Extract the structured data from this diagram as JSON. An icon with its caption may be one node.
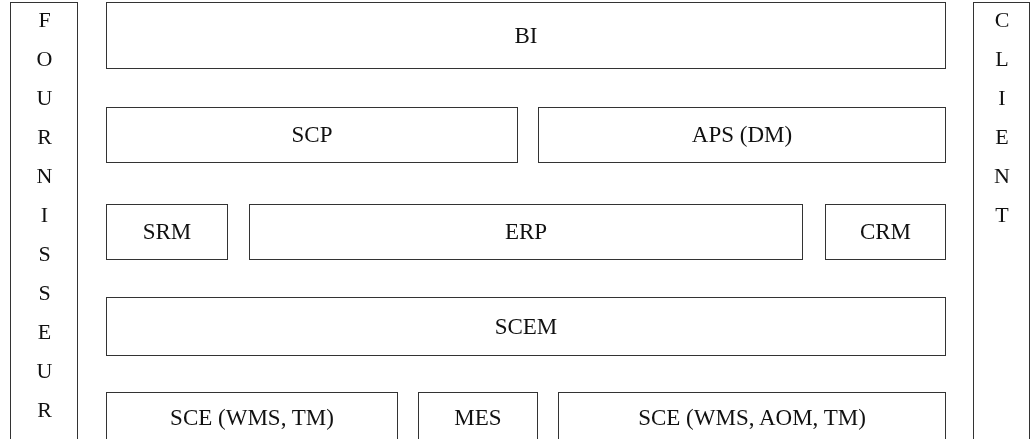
{
  "diagram": {
    "nodes": [
      {
        "text": [
          "FOURNISSEUR"
        ]
      },
      {
        "text": [
          "BI"
        ]
      },
      {
        "text": [
          "CLIENT"
        ]
      },
      {
        "text": [
          "SCP"
        ]
      },
      {
        "text": [
          "APS (DM)"
        ]
      },
      {
        "text": [
          "SRM"
        ]
      },
      {
        "text": [
          "ERP"
        ]
      },
      {
        "text": [
          "CRM"
        ]
      },
      {
        "text": [
          "SCEM"
        ]
      },
      {
        "text": [
          "SCE (WMS, TM)"
        ]
      },
      {
        "text": [
          "MES"
        ]
      },
      {
        "text": [
          "SCE (WMS, AOM, TM)"
        ]
      }
    ]
  }
}
